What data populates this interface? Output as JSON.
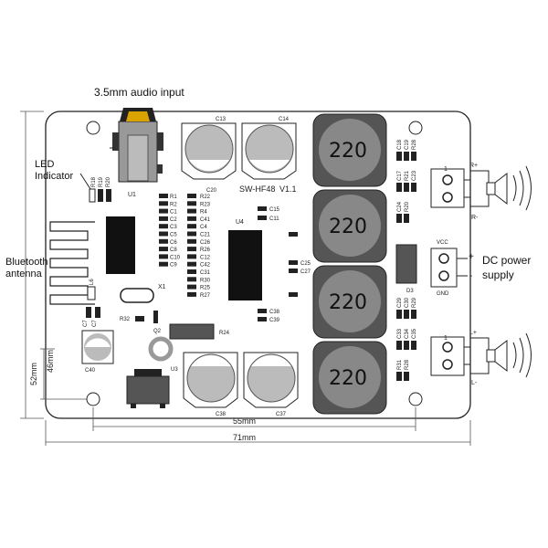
{
  "annotations": {
    "audio_input": "3.5mm audio input",
    "led_indicator_line1": "LED",
    "led_indicator_line2": "Indicator",
    "bluetooth_line1": "Bluetooth",
    "bluetooth_line2": "antenna",
    "dc_power_line1": "DC power",
    "dc_power_line2": "supply"
  },
  "board": {
    "model": "SW-HF48",
    "version": "V1.1"
  },
  "inductor_value": "220",
  "capacitor_labels": {
    "c13": "C13",
    "c14": "C14",
    "c38": "C38",
    "c37": "C37",
    "c40": "C40"
  },
  "chip_labels": {
    "u1": "U1",
    "u3": "U3",
    "u4": "U4",
    "x1": "X1",
    "q2": "Q2",
    "d3": "D3",
    "r24": "R24",
    "r32": "R32"
  },
  "left_components": [
    "R1",
    "R2",
    "C1",
    "C2",
    "C3",
    "C5",
    "C6",
    "C8",
    "C10",
    "C9"
  ],
  "mid_components": [
    "R22",
    "R23",
    "R4",
    "C41",
    "C4",
    "C21",
    "C26",
    "R26",
    "C12",
    "C42",
    "C31",
    "R30",
    "R25",
    "R27"
  ],
  "top_small": [
    "R18",
    "R19",
    "R20",
    "C20"
  ],
  "right_misc": [
    "C15",
    "C11",
    "C25",
    "C27",
    "C38",
    "C39"
  ],
  "right_upper": [
    "C18",
    "C19",
    "R28",
    "C17",
    "R21",
    "C23",
    "C24",
    "R20"
  ],
  "right_lower": [
    "C29",
    "C30",
    "R29",
    "C33",
    "C34",
    "C35",
    "R31",
    "R28"
  ],
  "small_left": [
    "L6",
    "C7",
    "C7"
  ],
  "terminals": {
    "r_plus": "R+",
    "r_minus": "R-",
    "vcc": "VCC",
    "gnd": "GND",
    "l_plus": "L+",
    "l_minus": "L-",
    "plus_sign": "+",
    "minus_sign": "-",
    "pin1": "1",
    "pin1b": "1",
    "pin1c": "1"
  },
  "dimensions": {
    "width_inner": "55mm",
    "width_outer": "71mm",
    "height_inner": "46mm",
    "height_outer": "52mm"
  }
}
